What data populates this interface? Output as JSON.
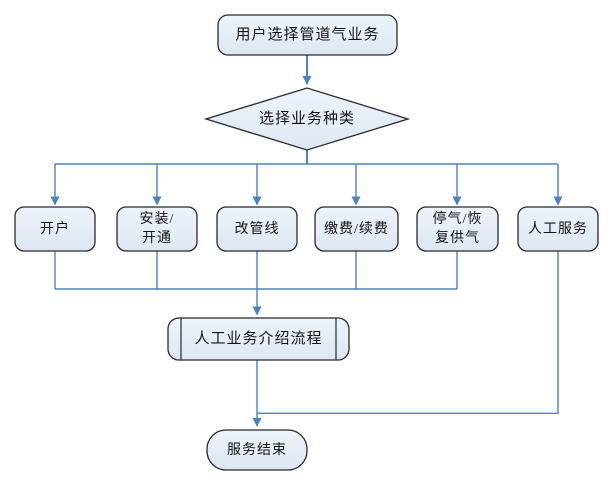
{
  "diagram_title": "pipeline-gas-service-flowchart",
  "colors": {
    "background": "#ffffff",
    "node_fill_top": "#eef3fa",
    "node_fill_bottom": "#dde7f2",
    "node_border": "#28282f",
    "connector": "#4f81bd",
    "text": "#141414"
  },
  "nodes": {
    "start": {
      "label": "用户选择管道气业务",
      "shape": "rounded-rectangle"
    },
    "decision": {
      "label": "选择业务种类",
      "shape": "diamond"
    },
    "branches": [
      {
        "id": "open-account",
        "label": "开户"
      },
      {
        "id": "install-activate",
        "label": "安装/\n开通"
      },
      {
        "id": "change-pipeline",
        "label": "改管线"
      },
      {
        "id": "pay-renew",
        "label": "缴费/续费"
      },
      {
        "id": "stop-restore-gas",
        "label": "停气/恢\n复供气"
      },
      {
        "id": "manual-service",
        "label": "人工服务"
      }
    ],
    "process": {
      "label": "人工业务介绍流程",
      "shape": "predefined-process"
    },
    "end": {
      "label": "服务结束",
      "shape": "terminator"
    }
  }
}
